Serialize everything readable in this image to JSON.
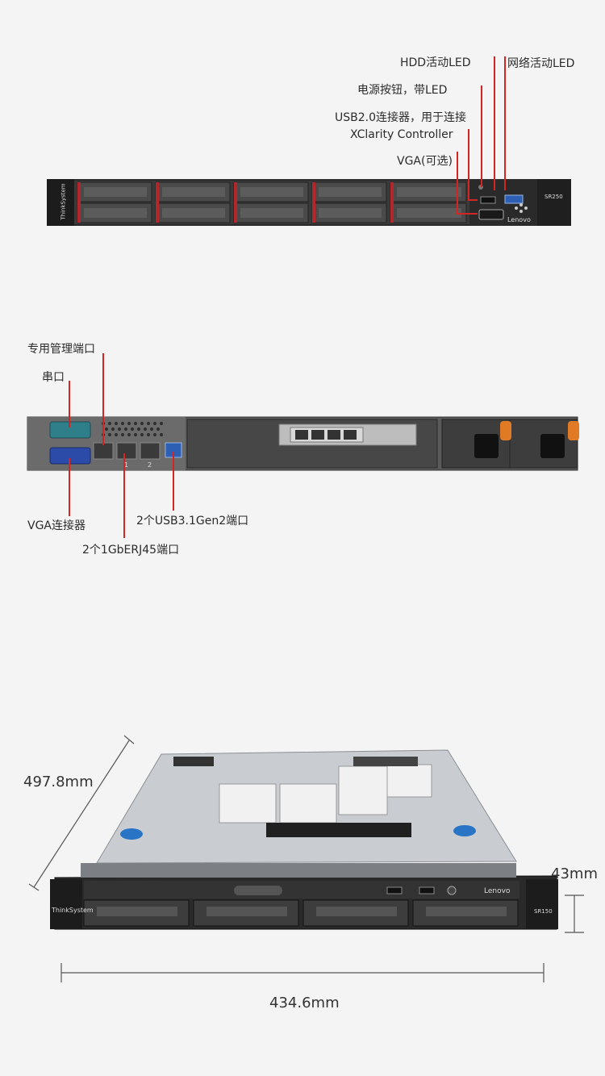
{
  "front": {
    "labels": {
      "hdd_led": "HDD活动LED",
      "network_led": "网络活动LED",
      "power_button": "电源按钮，带LED",
      "usb2_line1": "USB2.0连接器，用于连接",
      "usb2_line2": "XClarity Controller",
      "vga_optional": "VGA(可选)"
    },
    "logo_left": "ThinkSystem",
    "logo_right": "Lenovo",
    "model": "SR250"
  },
  "rear": {
    "labels": {
      "mgmt_port": "专用管理端口",
      "serial_port": "串口",
      "vga_connector": "VGA连接器",
      "usb31": "2个USB3.1Gen2端口",
      "rj45": "2个1GbERJ45端口"
    },
    "port_numbers": [
      "1",
      "2"
    ]
  },
  "iso": {
    "depth": "497.8mm",
    "height": "43mm",
    "width": "434.6mm",
    "logo_right": "Lenovo",
    "logo_left": "ThinkSystem",
    "model": "SR150"
  },
  "colors": {
    "leader": "#d42424",
    "chassis": "#2a2a2a",
    "bezel_red": "#b3262b"
  }
}
